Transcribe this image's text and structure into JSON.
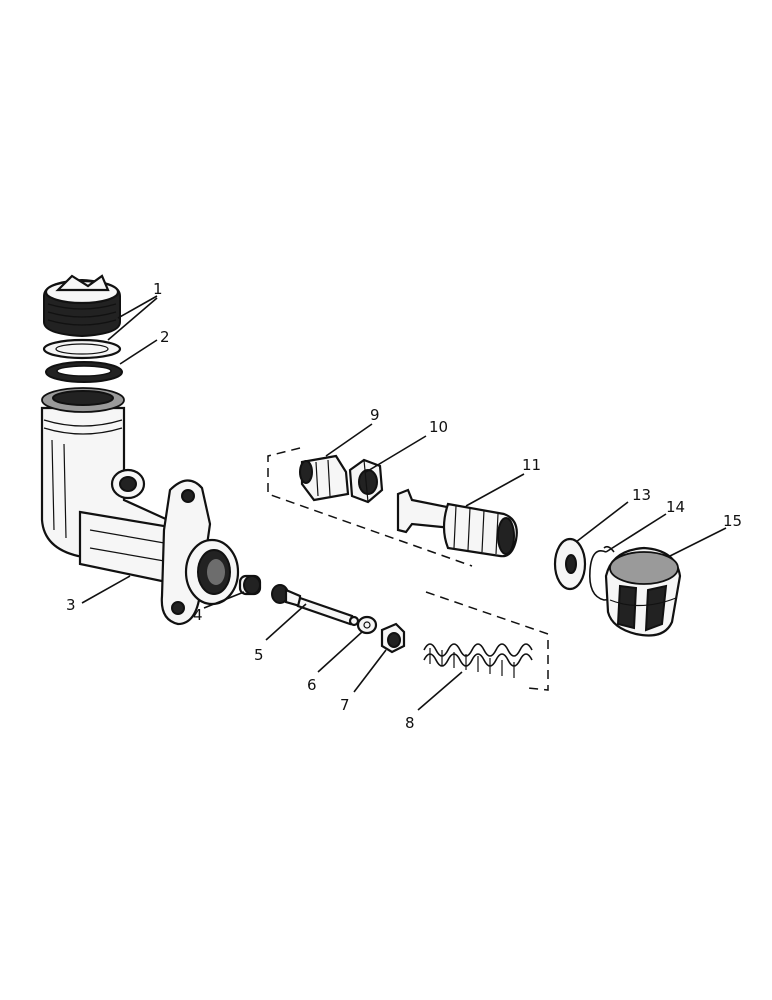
{
  "diagram": {
    "callouts": [
      "1",
      "2",
      "3",
      "4",
      "5",
      "6",
      "7",
      "8",
      "9",
      "10",
      "11",
      "13",
      "14",
      "15"
    ]
  }
}
